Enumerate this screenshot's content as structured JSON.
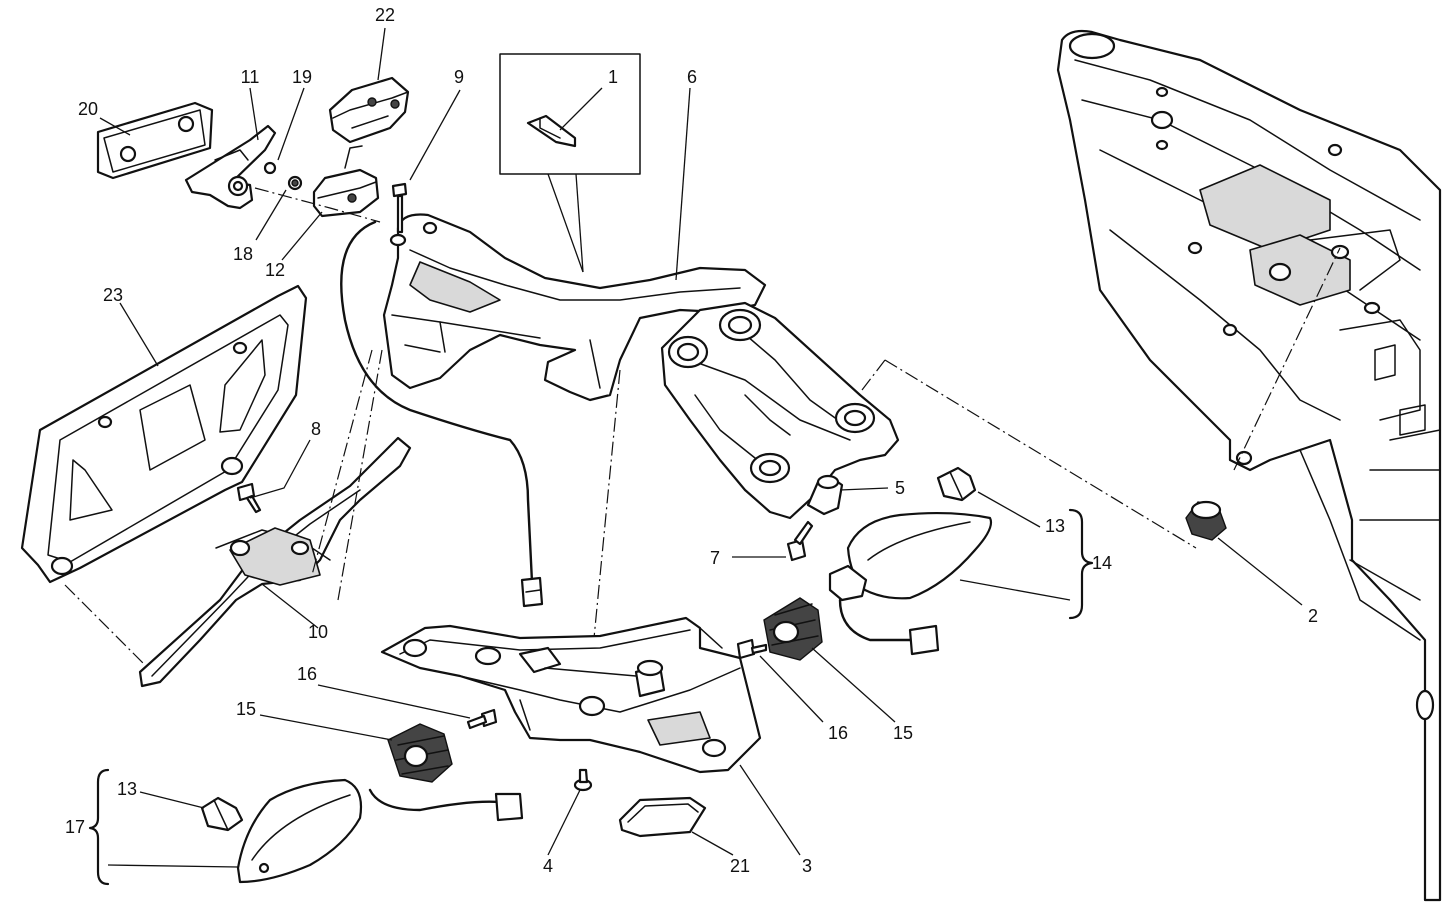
{
  "diagram": {
    "callouts": {
      "c1": "1",
      "c2": "2",
      "c3": "3",
      "c4": "4",
      "c5": "5",
      "c6": "6",
      "c7": "7",
      "c8": "8",
      "c9": "9",
      "c10": "10",
      "c11": "11",
      "c12": "12",
      "c13a": "13",
      "c13b": "13",
      "c14": "14",
      "c15a": "15",
      "c15b": "15",
      "c16a": "16",
      "c16b": "16",
      "c17": "17",
      "c18": "18",
      "c19": "19",
      "c20": "20",
      "c21": "21",
      "c22": "22",
      "c23": "23"
    }
  }
}
